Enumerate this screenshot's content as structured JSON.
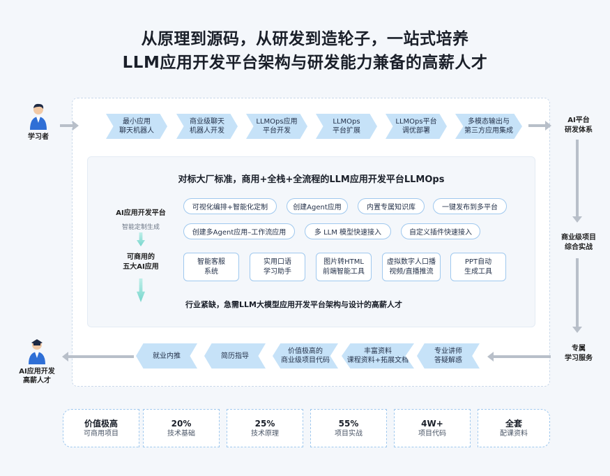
{
  "title": {
    "line1": "从原理到源码，从研发到造轮子，一站式培养",
    "line2": "LLM应用开发平台架构与研发能力兼备的高薪人才"
  },
  "learner": {
    "label": "学习者"
  },
  "graduate": {
    "label_line1": "AI应用开发",
    "label_line2": "高薪人才"
  },
  "right_side": [
    {
      "line1": "AI平台",
      "line2": "研发体系"
    },
    {
      "line1": "商业级项目",
      "line2": "综合实战"
    },
    {
      "line1": "专属",
      "line2": "学习服务"
    }
  ],
  "top_steps": [
    {
      "line1": "最小应用",
      "line2": "聊天机器人"
    },
    {
      "line1": "商业级聊天",
      "line2": "机器人开发"
    },
    {
      "line1": "LLMOps应用",
      "line2": "平台开发"
    },
    {
      "line1": "LLMOps",
      "line2": "平台扩展"
    },
    {
      "line1": "LLMOps平台",
      "line2": "调优部署"
    },
    {
      "line1": "多模态输出与",
      "line2": "第三方应用集成"
    }
  ],
  "bottom_steps": [
    {
      "line1": "就业内推",
      "line2": ""
    },
    {
      "line1": "简历指导",
      "line2": ""
    },
    {
      "line1": "价值极高的",
      "line2": "商业级项目代码"
    },
    {
      "line1": "丰富资料",
      "line2": "课程资料+拓展文档"
    },
    {
      "line1": "专业讲师",
      "line2": "答疑解惑"
    }
  ],
  "inner": {
    "title": "对标大厂标准，商用+全栈+全流程的LLM应用开发平台LLMOps",
    "left_label": "AI应用开发平台",
    "left_sublabel": "智能定制生成",
    "left_label2_line1": "可商用的",
    "left_label2_line2": "五大AI应用",
    "pills_row1": [
      "可视化编排+智能化定制",
      "创建Agent应用",
      "内置专属知识库",
      "一键发布到多平台"
    ],
    "pills_row2": [
      "创建多Agent应用–工作流应用",
      "多 LLM 模型快速接入",
      "自定义插件快速接入"
    ],
    "apps": [
      {
        "line1": "智能客服",
        "line2": "系统"
      },
      {
        "line1": "实用口语",
        "line2": "学习助手"
      },
      {
        "line1": "图片转HTML",
        "line2": "前端智能工具"
      },
      {
        "line1": "虚拟数字人口播",
        "line2": "视频/直播推流"
      },
      {
        "line1": "PPT自动",
        "line2": "生成工具"
      }
    ],
    "conclusion": "行业紧缺，急需LLM大模型应用开发平台架构与设计的高薪人才"
  },
  "stats": [
    {
      "value": "价值极高",
      "desc": "可商用项目"
    },
    {
      "value": "20%",
      "desc": "技术基础"
    },
    {
      "value": "25%",
      "desc": "技术原理"
    },
    {
      "value": "55%",
      "desc": "项目实战"
    },
    {
      "value": "4W+",
      "desc": "项目代码"
    },
    {
      "value": "全套",
      "desc": "配课资料"
    }
  ],
  "colors": {
    "accent": "#c6e2f8",
    "border": "#9fc8ee",
    "arrow": "#b8bfc9",
    "teal": "#76d6cc"
  },
  "icons": {
    "person": "person-avatar-icon",
    "graduate": "graduate-avatar-icon"
  }
}
